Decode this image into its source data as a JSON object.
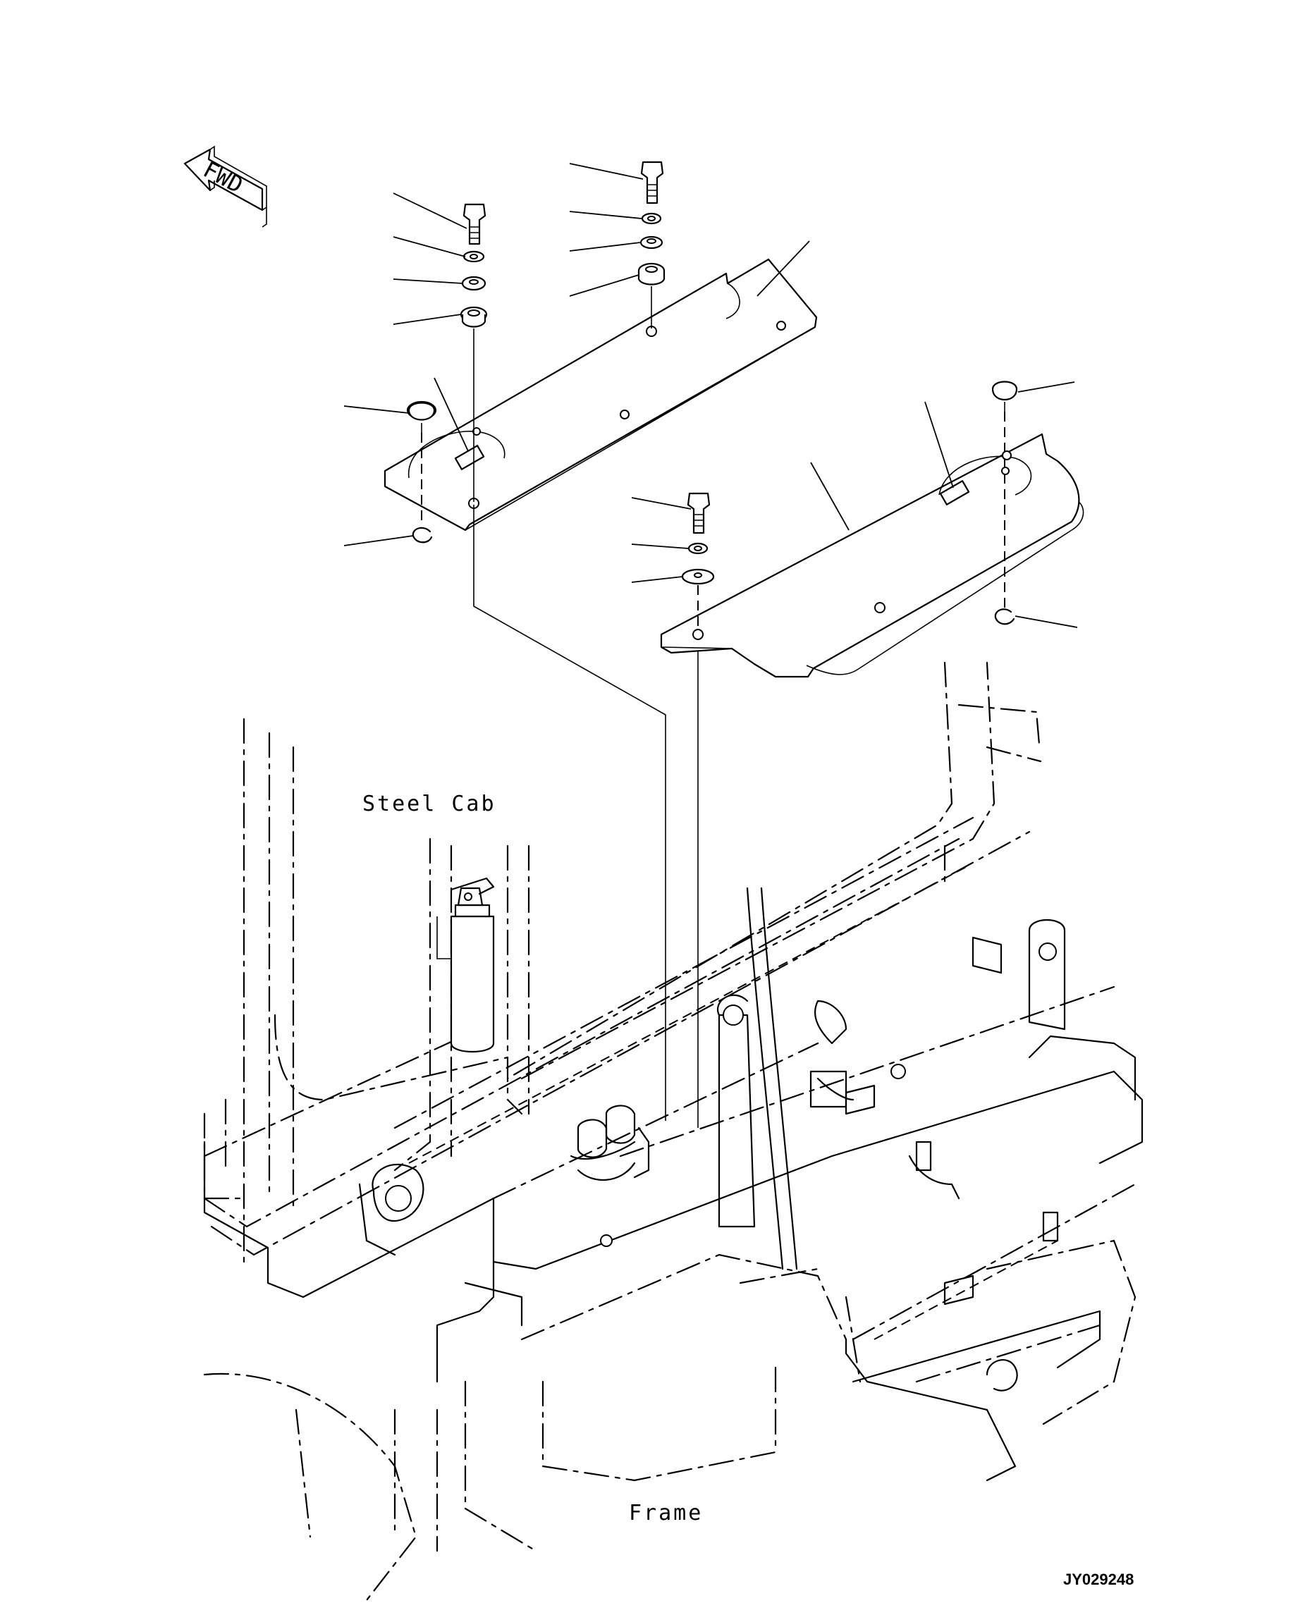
{
  "diagram": {
    "direction_badge": "FWD",
    "labels": {
      "cab": "Steel Cab",
      "frame": "Frame"
    },
    "drawing_code": "JY029248"
  }
}
